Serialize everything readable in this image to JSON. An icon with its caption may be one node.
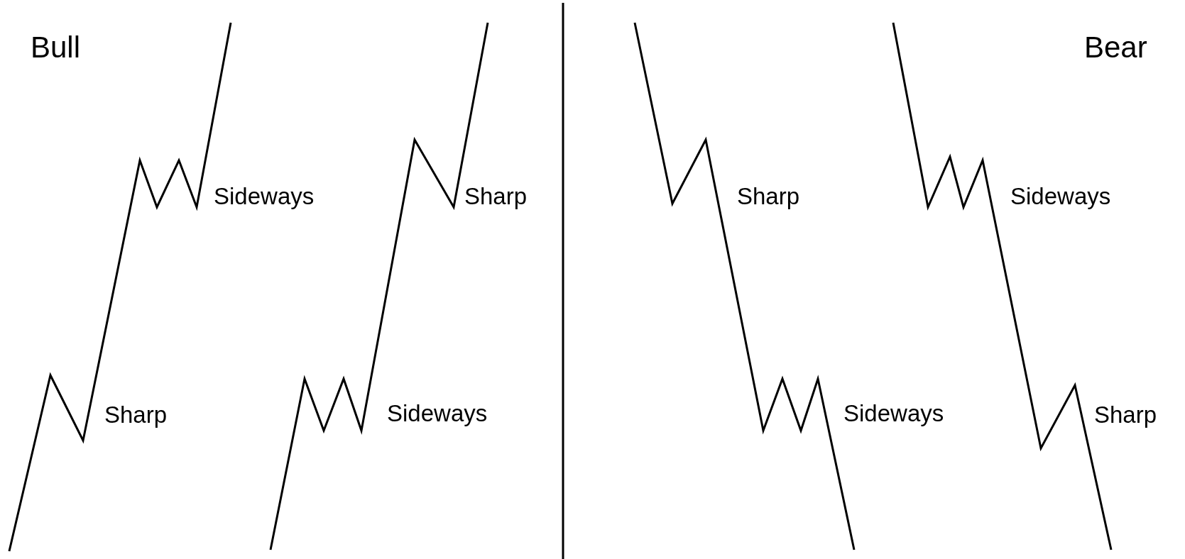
{
  "diagram": {
    "labels": [
      "Bull",
      "Bear",
      "Sideways",
      "Sharp",
      "Sharp",
      "Sideways",
      "Sharp",
      "Sideways",
      "Sideways",
      "Sharp"
    ]
  }
}
